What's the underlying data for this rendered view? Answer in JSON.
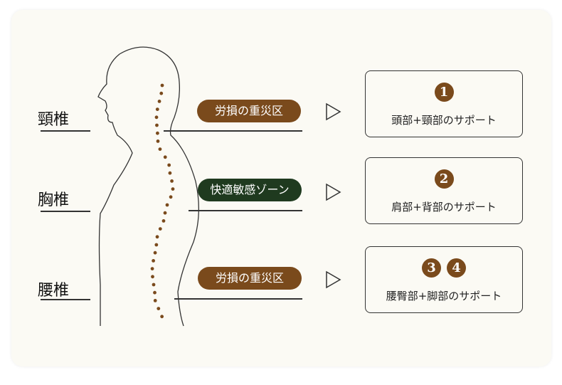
{
  "colors": {
    "brown": "#7a4a1c",
    "green": "#1f3a1f",
    "dot": "#7a4a1c"
  },
  "regions": [
    {
      "label": "頸椎",
      "tag": "労損の重災区",
      "tag_color": "#7a4a1c",
      "numbers": [
        "1"
      ],
      "support": "頭部+頸部のサポート"
    },
    {
      "label": "胸椎",
      "tag": "快適敏感ゾーン",
      "tag_color": "#1f3a1f",
      "numbers": [
        "2"
      ],
      "support": "肩部+背部のサポート"
    },
    {
      "label": "腰椎",
      "tag": "労損の重災区",
      "tag_color": "#7a4a1c",
      "numbers": [
        "3",
        "4"
      ],
      "support": "腰臀部+脚部のサポート"
    }
  ]
}
